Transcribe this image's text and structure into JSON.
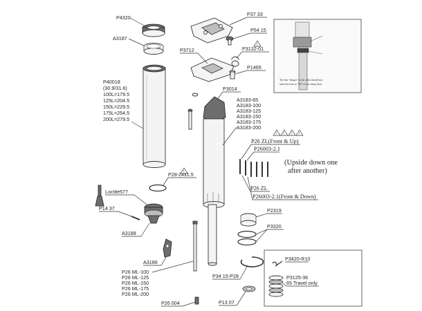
{
  "labels": {
    "p4320": "P4320",
    "a3187": "A3187",
    "p40018_id": "P40018",
    "p40018_dia": "(30.9/31.6)",
    "p40018_100": "100L=179.5",
    "p40018_125": "125L=204.5",
    "p40018_150": "150L=229.5",
    "p40018_175": "175L=254.5",
    "p40018_200": "200L=279.5",
    "p3733": "P37 33",
    "p5415": "P54 15",
    "p3712": "P3712",
    "p3132": "P3132-01",
    "p1465": "P1465",
    "p3014": "P3014",
    "a3183_65": "A3183-65",
    "a3183_100": "A3183-100",
    "a3183_125": "A3183-125",
    "a3183_150": "A3183-150",
    "a3183_175": "A3183-175",
    "a3183_200": "A3183-200",
    "p26zl_front_up": "P26 ZL(Front & Up)",
    "p26003_21": "P26003-2.1",
    "upside_note_1": "(Upside down one",
    "upside_note_2": "after another)",
    "p26zl": "P26 ZL",
    "p26003_21_front_down": "P26003-2.1(Front & Down)",
    "p28_24x15": "P28-24x1.5",
    "loctite": "Loctite577",
    "p1437": "P14 37",
    "a3188": "A3188",
    "p2319": "P2319",
    "p3320": "P3320",
    "a3186": "A3186",
    "p26ml_100": "P26 ML-100",
    "p26ml_125": "P26 ML-125",
    "p26ml_150": "P26 ML-150",
    "p26ml_175": "P26 ML-175",
    "p26ml_200": "P26 ML-200",
    "p3415": "P34 15-P28",
    "p26004": "P26 004",
    "p1307": "P13 07",
    "p3420": "P3420-R10",
    "p3125": "P3125-36",
    "travel_note": "65 Travel only"
  },
  "inset": {
    "caption_1": "The font \"Integra\" on the collar should face",
    "caption_2": "same direction as \"KS\" on the clamp head."
  },
  "warning_icon": "warning-triangle-icon"
}
